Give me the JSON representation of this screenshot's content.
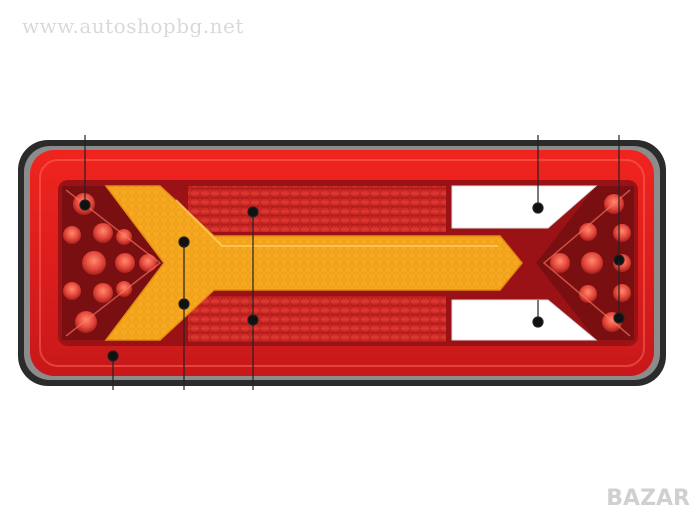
{
  "watermark": {
    "text": "www.autoshopbg.net"
  },
  "brand_logo": {
    "text": "BAZAR"
  },
  "colors": {
    "housing": "#2b2b2b",
    "outer_red": "#e11b1f",
    "inner_red": "#b5161a",
    "amber_arrow": "#f5a623",
    "reverse_white": "#ffffff",
    "led_red": "#e4473a",
    "callout_line": "#222222"
  },
  "components": [
    {
      "name": "stop-light-leds",
      "icon": "led-cluster"
    },
    {
      "name": "turn-indicator-arrow",
      "icon": "chevron-arrow"
    },
    {
      "name": "reflector-strip",
      "icon": "reflector"
    },
    {
      "name": "reverse-light",
      "icon": "white-panel"
    },
    {
      "name": "position-light-ring",
      "icon": "light-ring"
    }
  ]
}
